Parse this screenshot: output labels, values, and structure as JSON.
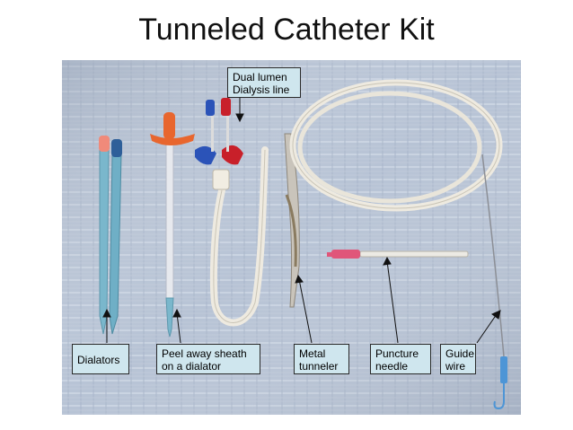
{
  "title": "Tunneled Catheter Kit",
  "labels": {
    "dual_lumen": [
      "Dual lumen",
      "Dialysis line"
    ],
    "dialators": [
      "Dialators"
    ],
    "peel_away": [
      "Peel away sheath",
      "on a dialator"
    ],
    "metal_tunneler": [
      "Metal",
      "tunneler"
    ],
    "puncture_needle": [
      "Puncture",
      "needle"
    ],
    "guide_wire": [
      "Guide",
      "wire"
    ]
  },
  "colors": {
    "cloth": "#b8c4d6",
    "callout_fill": "#cfe6ee",
    "dialator_blue": "#7ab7cc",
    "tube_white": "#eeeae0",
    "cap_orange": "#e8662e",
    "cap_red": "#c8202a",
    "cap_blue": "#2b53b8",
    "needle_pink": "#e0567a"
  }
}
